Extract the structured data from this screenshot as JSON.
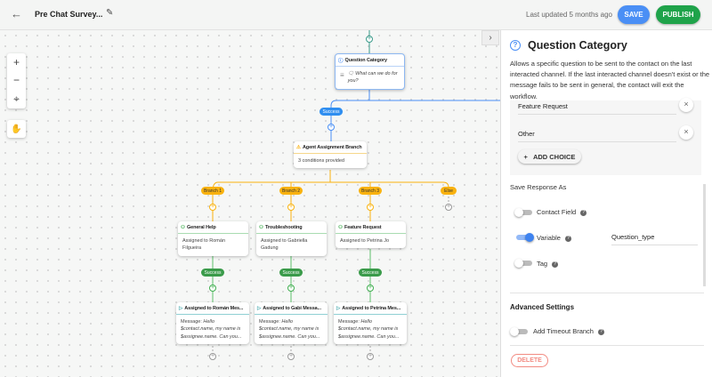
{
  "header": {
    "title": "Pre Chat Survey...",
    "last_updated": "Last updated 5 months ago",
    "save_label": "SAVE",
    "publish_label": "PUBLISH"
  },
  "colors": {
    "blue": "#4a8ff5",
    "green": "#1fa34a",
    "orange": "#f9b20f",
    "node_green": "#3fae4f"
  },
  "canvas": {
    "question_node": {
      "title": "Question Category",
      "body": "🗨 What can we do for you?"
    },
    "success_label": "Success",
    "agent_branch": {
      "title": "Agent Assignment Branch",
      "body": "3 conditions provided"
    },
    "branches": [
      "Branch 1",
      "Branch 2",
      "Branch 3",
      "Else"
    ],
    "assign_nodes": [
      {
        "title": "General Help",
        "body": "Assigned to Román Filgueira"
      },
      {
        "title": "Troubleshooting",
        "body": "Assigned to Gabriella Gadung"
      },
      {
        "title": "Feature Request",
        "body": "Assigned to Petrina Jo"
      }
    ],
    "message_nodes": [
      {
        "title": "Assigned to Román Mes...",
        "label": "Message:",
        "body": "Hello $contact.name, my name is $assignee.name. Can you..."
      },
      {
        "title": "Assigned to Gabi Messa...",
        "label": "Message:",
        "body": "Hello $contact.name, my name is $assignee.name. Can you..."
      },
      {
        "title": "Assigned to Petrina Mes...",
        "label": "Message:",
        "body": "Hello $contact.name, my name is $assignee.name. Can you..."
      }
    ]
  },
  "panel": {
    "title": "Question Category",
    "description": "Allows a specific question to be sent to the contact on the last interacted channel. If the last interacted channel doesn't exist or the message fails to be sent in general, the contact will exit the workflow.",
    "choices": [
      "Feature Request",
      "Other"
    ],
    "add_choice": "ADD CHOICE",
    "save_response_as": "Save Response As",
    "options": [
      {
        "label": "Contact Field",
        "on": false
      },
      {
        "label": "Variable",
        "on": true
      },
      {
        "label": "Tag",
        "on": false
      }
    ],
    "variable_value": "Question_type",
    "advanced_settings": "Advanced Settings",
    "timeout": {
      "label": "Add Timeout Branch",
      "on": false
    },
    "delete_label": "DELETE"
  }
}
